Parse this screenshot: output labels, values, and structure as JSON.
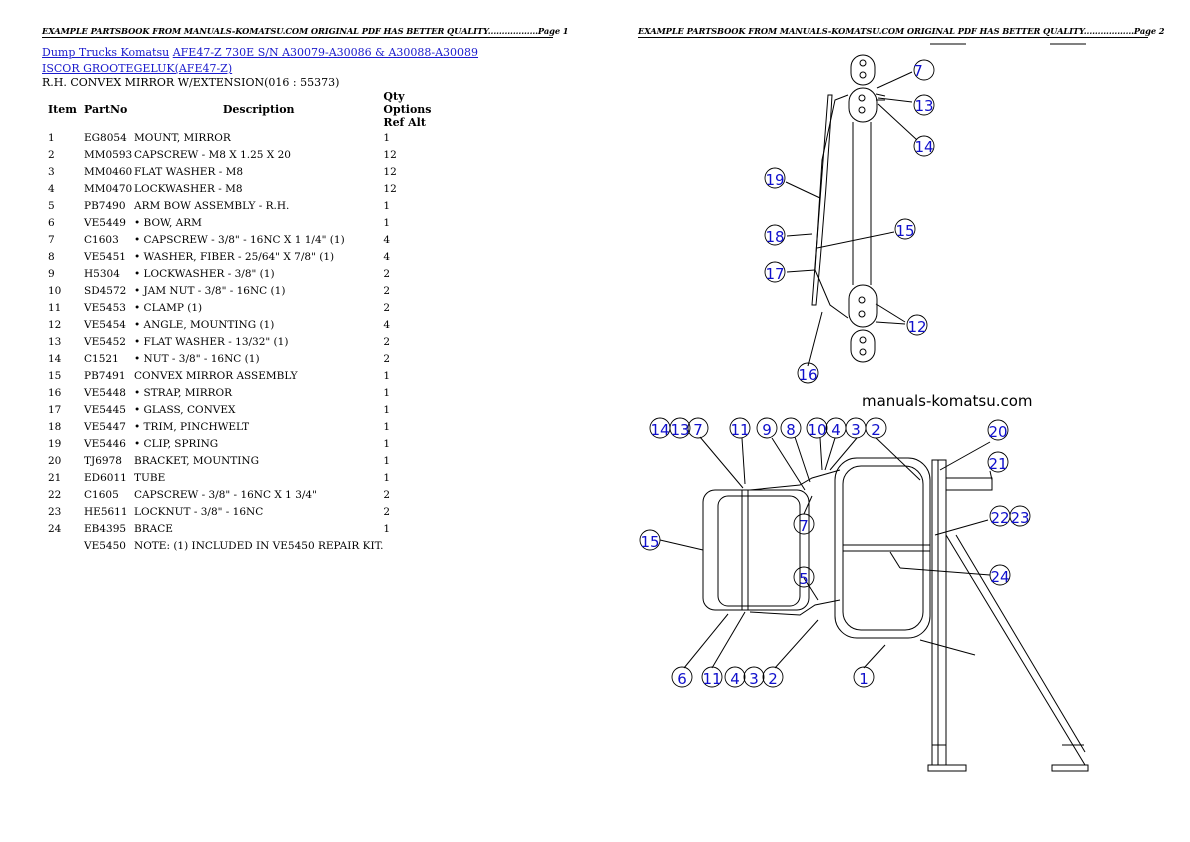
{
  "header": {
    "page1": "EXAMPLE PARTSBOOK FROM MANUALS-KOMATSU.COM ORIGINAL PDF HAS BETTER QUALITY..................Page 1",
    "page2": "EXAMPLE PARTSBOOK FROM MANUALS-KOMATSU.COM ORIGINAL PDF HAS BETTER QUALITY..................Page 2"
  },
  "breadcrumb": {
    "link1": "Dump Trucks Komatsu",
    "link2": "AFE47-Z 730E S/N A30079-A30086 & A30088-A30089 ISCOR GROOTEGELUK(AFE47-Z)"
  },
  "subtitle": "R.H. CONVEX MIRROR W/EXTENSION(016 : 55373)",
  "table": {
    "headers": {
      "item": "Item",
      "partno": "PartNo",
      "description": "Description",
      "qty": "Qty Options Ref Alt"
    },
    "rows": [
      {
        "item": "1",
        "partno": "EG8054",
        "description": "MOUNT, MIRROR",
        "qty": "1"
      },
      {
        "item": "2",
        "partno": "MM0593",
        "description": "CAPSCREW - M8 X 1.25 X 20",
        "qty": "12"
      },
      {
        "item": "3",
        "partno": "MM0460",
        "description": "FLAT WASHER - M8",
        "qty": "12"
      },
      {
        "item": "4",
        "partno": "MM0470",
        "description": "LOCKWASHER - M8",
        "qty": "12"
      },
      {
        "item": "5",
        "partno": "PB7490",
        "description": "ARM BOW ASSEMBLY - R.H.",
        "qty": "1"
      },
      {
        "item": "6",
        "partno": "VE5449",
        "description": "• BOW, ARM",
        "qty": "1"
      },
      {
        "item": "7",
        "partno": "C1603",
        "description": "• CAPSCREW - 3/8\" - 16NC X 1 1/4\" (1)",
        "qty": "4"
      },
      {
        "item": "8",
        "partno": "VE5451",
        "description": "• WASHER, FIBER - 25/64\" X 7/8\" (1)",
        "qty": "4"
      },
      {
        "item": "9",
        "partno": "H5304",
        "description": "• LOCKWASHER - 3/8\" (1)",
        "qty": "2"
      },
      {
        "item": "10",
        "partno": "SD4572",
        "description": "• JAM NUT - 3/8\" - 16NC (1)",
        "qty": "2"
      },
      {
        "item": "11",
        "partno": "VE5453",
        "description": "• CLAMP (1)",
        "qty": "2"
      },
      {
        "item": "12",
        "partno": "VE5454",
        "description": "• ANGLE, MOUNTING (1)",
        "qty": "4"
      },
      {
        "item": "13",
        "partno": "VE5452",
        "description": "• FLAT WASHER - 13/32\" (1)",
        "qty": "2"
      },
      {
        "item": "14",
        "partno": "C1521",
        "description": "• NUT - 3/8\" - 16NC (1)",
        "qty": "2"
      },
      {
        "item": "15",
        "partno": "PB7491",
        "description": "CONVEX MIRROR ASSEMBLY",
        "qty": "1"
      },
      {
        "item": "16",
        "partno": "VE5448",
        "description": "• STRAP, MIRROR",
        "qty": "1"
      },
      {
        "item": "17",
        "partno": "VE5445",
        "description": "• GLASS, CONVEX",
        "qty": "1"
      },
      {
        "item": "18",
        "partno": "VE5447",
        "description": "• TRIM, PINCHWELT",
        "qty": "1"
      },
      {
        "item": "19",
        "partno": "VE5446",
        "description": "• CLIP, SPRING",
        "qty": "1"
      },
      {
        "item": "20",
        "partno": "TJ6978",
        "description": "BRACKET, MOUNTING",
        "qty": "1"
      },
      {
        "item": "21",
        "partno": "ED6011",
        "description": "TUBE",
        "qty": "1"
      },
      {
        "item": "22",
        "partno": "C1605",
        "description": "CAPSCREW - 3/8\" - 16NC X 1 3/4\"",
        "qty": "2"
      },
      {
        "item": "23",
        "partno": "HE5611",
        "description": "LOCKNUT - 3/8\" - 16NC",
        "qty": "2"
      },
      {
        "item": "24",
        "partno": "EB4395",
        "description": "BRACE",
        "qty": "1"
      },
      {
        "item": "",
        "partno": "VE5450",
        "description": "NOTE: (1) INCLUDED IN VE5450 REPAIR KIT.",
        "qty": ""
      }
    ]
  },
  "diagram": {
    "watermark": "manuals-komatsu.com",
    "callouts_top": [
      "7",
      "13",
      "14",
      "19",
      "15",
      "18",
      "17",
      "12",
      "16"
    ],
    "callouts_bottom": [
      "14",
      "13",
      "7",
      "11",
      "9",
      "8",
      "10",
      "4",
      "3",
      "2",
      "20",
      "21",
      "7",
      "22",
      "23",
      "15",
      "24",
      "5",
      "6",
      "11",
      "4",
      "3",
      "2",
      "1"
    ]
  }
}
